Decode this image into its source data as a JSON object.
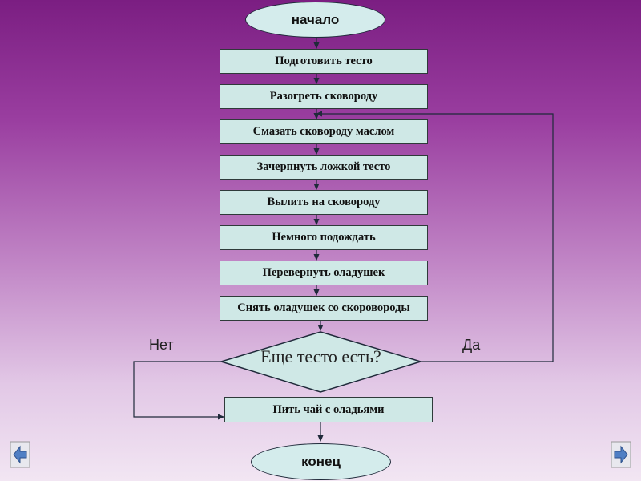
{
  "flowchart": {
    "start": "начало",
    "steps": [
      "Подготовить тесто",
      "Разогреть сковороду",
      "Смазать сковороду маслом",
      "Зачерпнуть ложкой тесто",
      "Вылить на сковороду",
      "Немного подождать",
      "Перевернуть оладушек",
      "Снять оладушек со скоровороды"
    ],
    "decision": "Еще тесто есть?",
    "yes_label": "Да",
    "no_label": "Нет",
    "final_step": "Пить чай с оладьями",
    "end": "конец"
  },
  "colors": {
    "node_fill": "#cfe8e6",
    "oval_fill": "#d4ecec",
    "line": "#1f2a3a",
    "nav_button": "#4f7fc4"
  },
  "nav": {
    "prev_icon": "left-arrow-icon",
    "next_icon": "right-arrow-icon"
  }
}
